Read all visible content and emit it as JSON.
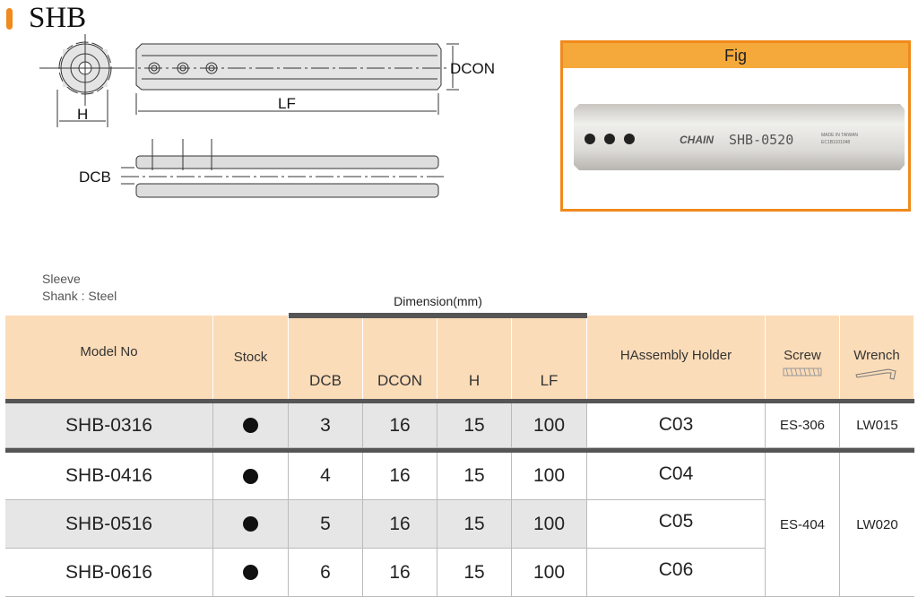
{
  "title": "SHB",
  "drawing": {
    "labels": {
      "dcon": "DCON",
      "lf": "LF",
      "h": "H",
      "dcb": "DCB"
    }
  },
  "figure": {
    "header": "Fig",
    "brand": "CHAIN",
    "model_marking": "SHB-0520",
    "small_marking_1": "MADE IN TAIWAN",
    "small_marking_2": "EC1B1101048"
  },
  "notes": {
    "line1": "Sleeve",
    "line2": "Shank : Steel"
  },
  "table": {
    "dimension_group": "Dimension(mm)",
    "headers": {
      "model": "Model No",
      "stock": "Stock",
      "dcb": "DCB",
      "dcon": "DCON",
      "h": "H",
      "lf": "LF",
      "holder": "HAssembly Holder",
      "screw": "Screw",
      "wrench": "Wrench"
    },
    "rows": [
      {
        "model": "SHB-0316",
        "stock": true,
        "dcb": "3",
        "dcon": "16",
        "h": "15",
        "lf": "100",
        "holder": "C03",
        "screw": "ES-306",
        "wrench": "LW015"
      },
      {
        "model": "SHB-0416",
        "stock": true,
        "dcb": "4",
        "dcon": "16",
        "h": "15",
        "lf": "100",
        "holder": "C04",
        "screw": "ES-404",
        "wrench": "LW020"
      },
      {
        "model": "SHB-0516",
        "stock": true,
        "dcb": "5",
        "dcon": "16",
        "h": "15",
        "lf": "100",
        "holder": "C05"
      },
      {
        "model": "SHB-0616",
        "stock": true,
        "dcb": "6",
        "dcon": "16",
        "h": "15",
        "lf": "100",
        "holder": "C06"
      }
    ]
  },
  "colors": {
    "accent": "#f08a1c",
    "header_bg": "#fbdcb8",
    "row_grey": "#e6e6e6"
  }
}
